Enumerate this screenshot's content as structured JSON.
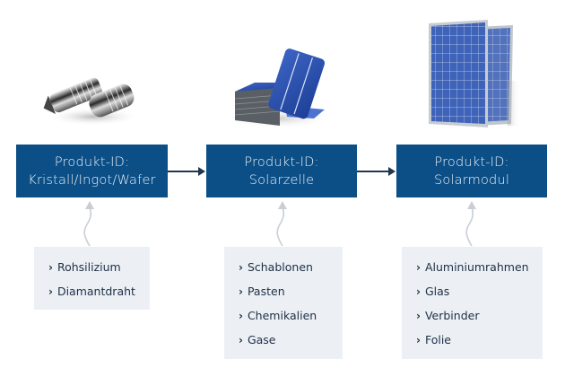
{
  "stages": [
    {
      "id": "kristall",
      "image": "silicon-ingot-image",
      "line1": "Produkt-ID:",
      "line2": "Kristall/Ingot/Wafer",
      "materials": [
        "Rohsilizium",
        "Diamantdraht"
      ]
    },
    {
      "id": "solarzelle",
      "image": "solar-cells-image",
      "line1": "Produkt-ID:",
      "line2": "Solarzelle",
      "materials": [
        "Schablonen",
        "Pasten",
        "Chemikalien",
        "Gase"
      ]
    },
    {
      "id": "solarmodul",
      "image": "solar-panels-image",
      "line1": "Produkt-ID:",
      "line2": "Solarmodul",
      "materials": [
        "Aluminiumrahmen",
        "Glas",
        "Verbinder",
        "Folie"
      ]
    }
  ],
  "icons": {
    "bullet": "›"
  },
  "colors": {
    "box_blue": "#0b4f86",
    "materials_bg": "#ecf0f5",
    "arrow": "#22364e",
    "text_dark": "#1e2f45"
  }
}
